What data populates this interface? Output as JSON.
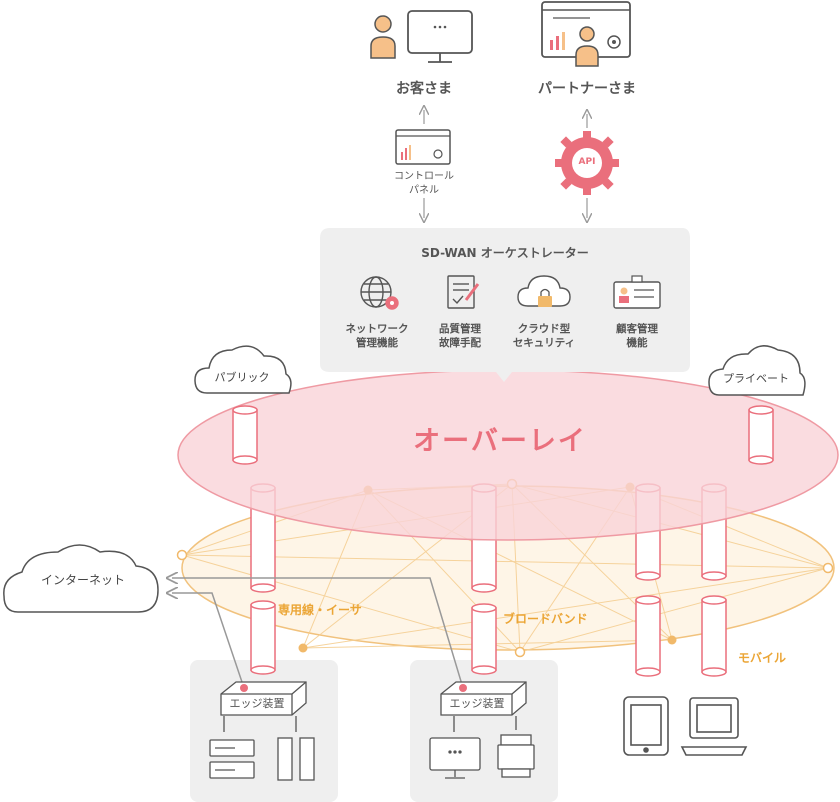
{
  "actors": {
    "customer": "お客さま",
    "partner": "パートナーさま"
  },
  "control_panel": {
    "line1": "コントロール",
    "line2": "パネル"
  },
  "api_label": "API",
  "orchestrator": {
    "title": "SD-WAN オーケストレーター",
    "functions": [
      {
        "line1": "ネットワーク",
        "line2": "管理機能"
      },
      {
        "line1": "品質管理",
        "line2": "故障手配"
      },
      {
        "line1": "クラウド型",
        "line2": "セキュリティ"
      },
      {
        "line1": "顧客管理",
        "line2": "機能"
      }
    ]
  },
  "clouds": {
    "public": "パブリック",
    "private": "プライベート",
    "internet": "インターネット"
  },
  "overlay_label": "オーバーレイ",
  "underlay": {
    "leased": "専用線・イーサ",
    "broadband": "ブロードバンド",
    "mobile": "モバイル"
  },
  "edge_device_label": "エッジ装置",
  "api_dots": "•••",
  "colors": {
    "pink": "#ea6f7c",
    "pink_fill": "#f9d3d8",
    "orange": "#f1b96a",
    "orange_fill": "#fdecd3",
    "gray_panel": "#efefef",
    "icon_gray": "#666666",
    "skin": "#f6c089"
  }
}
